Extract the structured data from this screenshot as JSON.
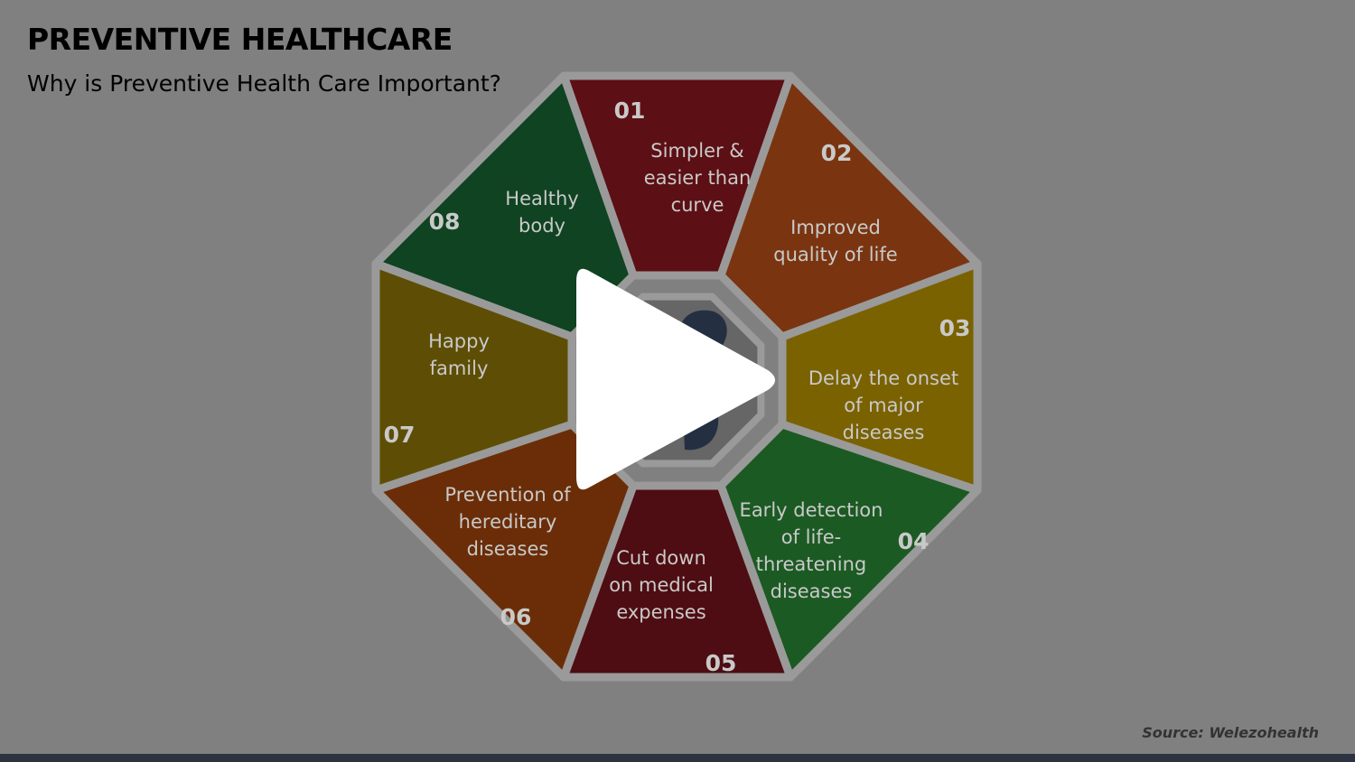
{
  "slide": {
    "title": "PREVENTIVE HEALTHCARE",
    "subtitle": "Why is Preventive Health Care Important?",
    "source": "Source: Welezohealth"
  },
  "segments": [
    {
      "num": "01",
      "lines": [
        "Simpler &",
        "easier than",
        "curve"
      ],
      "color": "#5c0f14"
    },
    {
      "num": "02",
      "lines": [
        "Improved",
        "quality of life"
      ],
      "color": "#7a3510"
    },
    {
      "num": "03",
      "lines": [
        "Delay the onset",
        "of major",
        "diseases"
      ],
      "color": "#7a6200"
    },
    {
      "num": "04",
      "lines": [
        "Early detection",
        "of life-",
        "threatening",
        "diseases"
      ],
      "color": "#1c5a23"
    },
    {
      "num": "05",
      "lines": [
        "Cut down",
        "on medical",
        "expenses"
      ],
      "color": "#4e0d12"
    },
    {
      "num": "06",
      "lines": [
        "Prevention of",
        "hereditary",
        "diseases"
      ],
      "color": "#6b2d07"
    },
    {
      "num": "07",
      "lines": [
        "Happy",
        "family"
      ],
      "color": "#5e4e05"
    },
    {
      "num": "08",
      "lines": [
        "Healthy",
        "body"
      ],
      "color": "#0f4321"
    }
  ],
  "colors": {
    "background": "#808080",
    "center": "#666666",
    "outline": "#9a9a9a",
    "play": "#ffffff"
  },
  "icons": {
    "center": "head-silhouette-icon",
    "play": "play-icon"
  }
}
